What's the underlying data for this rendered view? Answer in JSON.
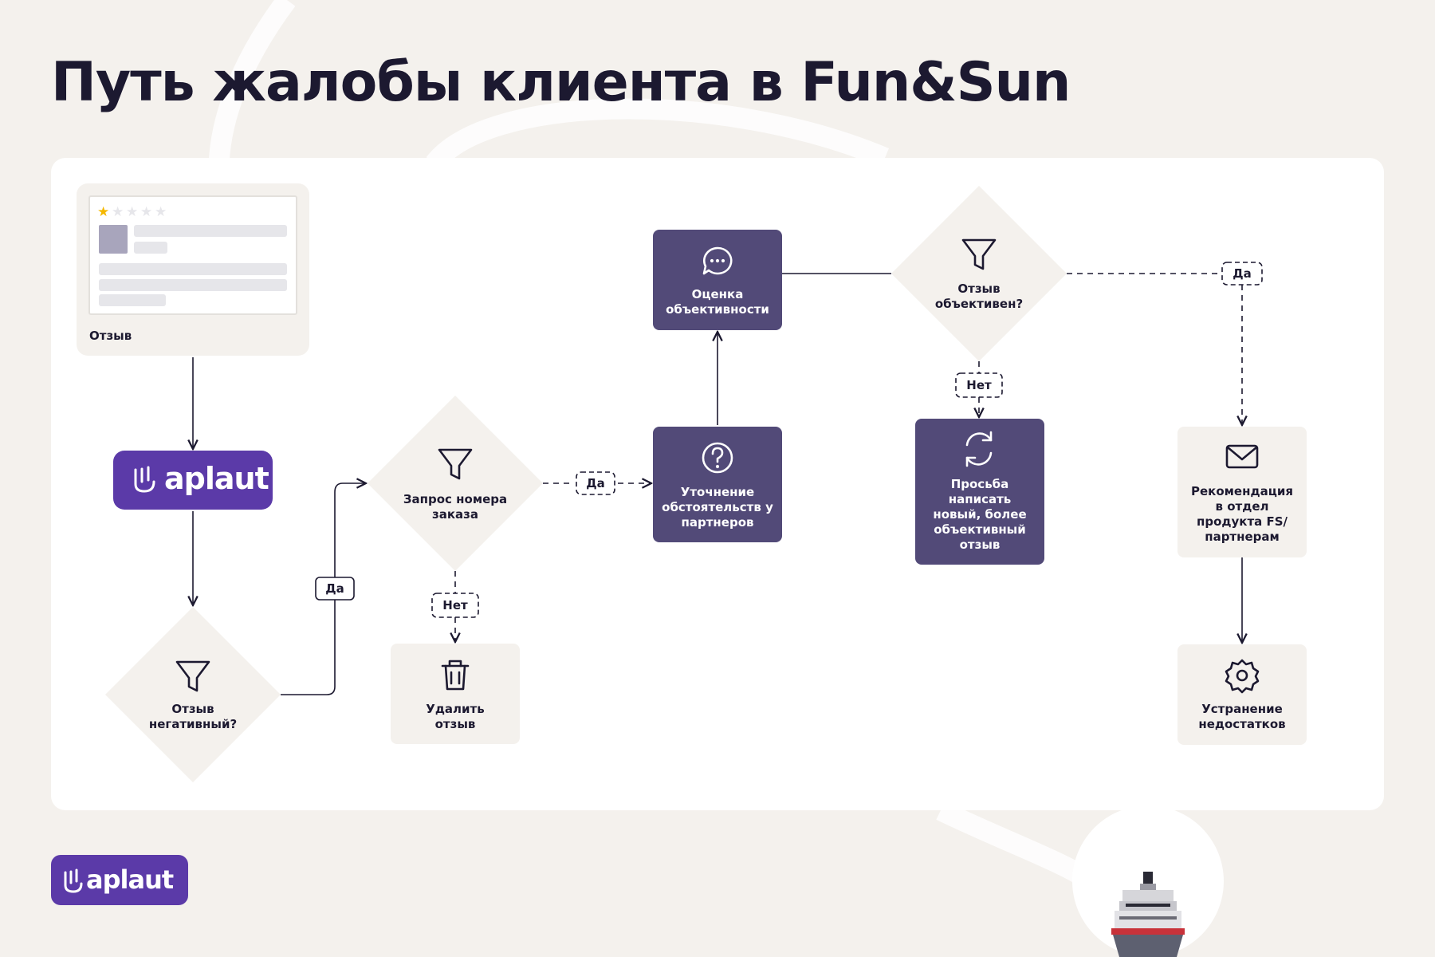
{
  "title": "Путь жалобы клиента в Fun&Sun",
  "brand": {
    "name": "aplaut",
    "color": "#5b3aa8",
    "card_purple": "#524a78",
    "neutral_fill": "#f4f1ed"
  },
  "review_card": {
    "label": "Отзыв",
    "rating": 1,
    "max_rating": 5,
    "star_color": "#f5b800"
  },
  "nodes": {
    "negative": {
      "label": "Отзыв негативный?",
      "icon": "funnel-icon"
    },
    "order_request": {
      "label": "Запрос номера заказа",
      "icon": "funnel-icon"
    },
    "delete": {
      "label": "Удалить отзыв",
      "icon": "trash-icon"
    },
    "clarify": {
      "label": "Уточнение обстоятельств у партнеров",
      "icon": "question-icon"
    },
    "assess": {
      "label": "Оценка объективности",
      "icon": "chat-icon"
    },
    "objective": {
      "label": "Отзыв объективен?",
      "icon": "funnel-icon"
    },
    "ask_new": {
      "label": "Просьба написать новый, более объективный отзыв",
      "icon": "refresh-icon"
    },
    "recommend": {
      "label": "Рекомендация в отдел продукта FS/ партнерам",
      "icon": "mail-icon"
    },
    "fix": {
      "label": "Устранение недостатков",
      "icon": "gear-icon"
    }
  },
  "edge_labels": {
    "yes_1": "Да",
    "no_1": "Нет",
    "yes_2": "Да",
    "no_2": "Нет",
    "yes_3": "Да"
  }
}
